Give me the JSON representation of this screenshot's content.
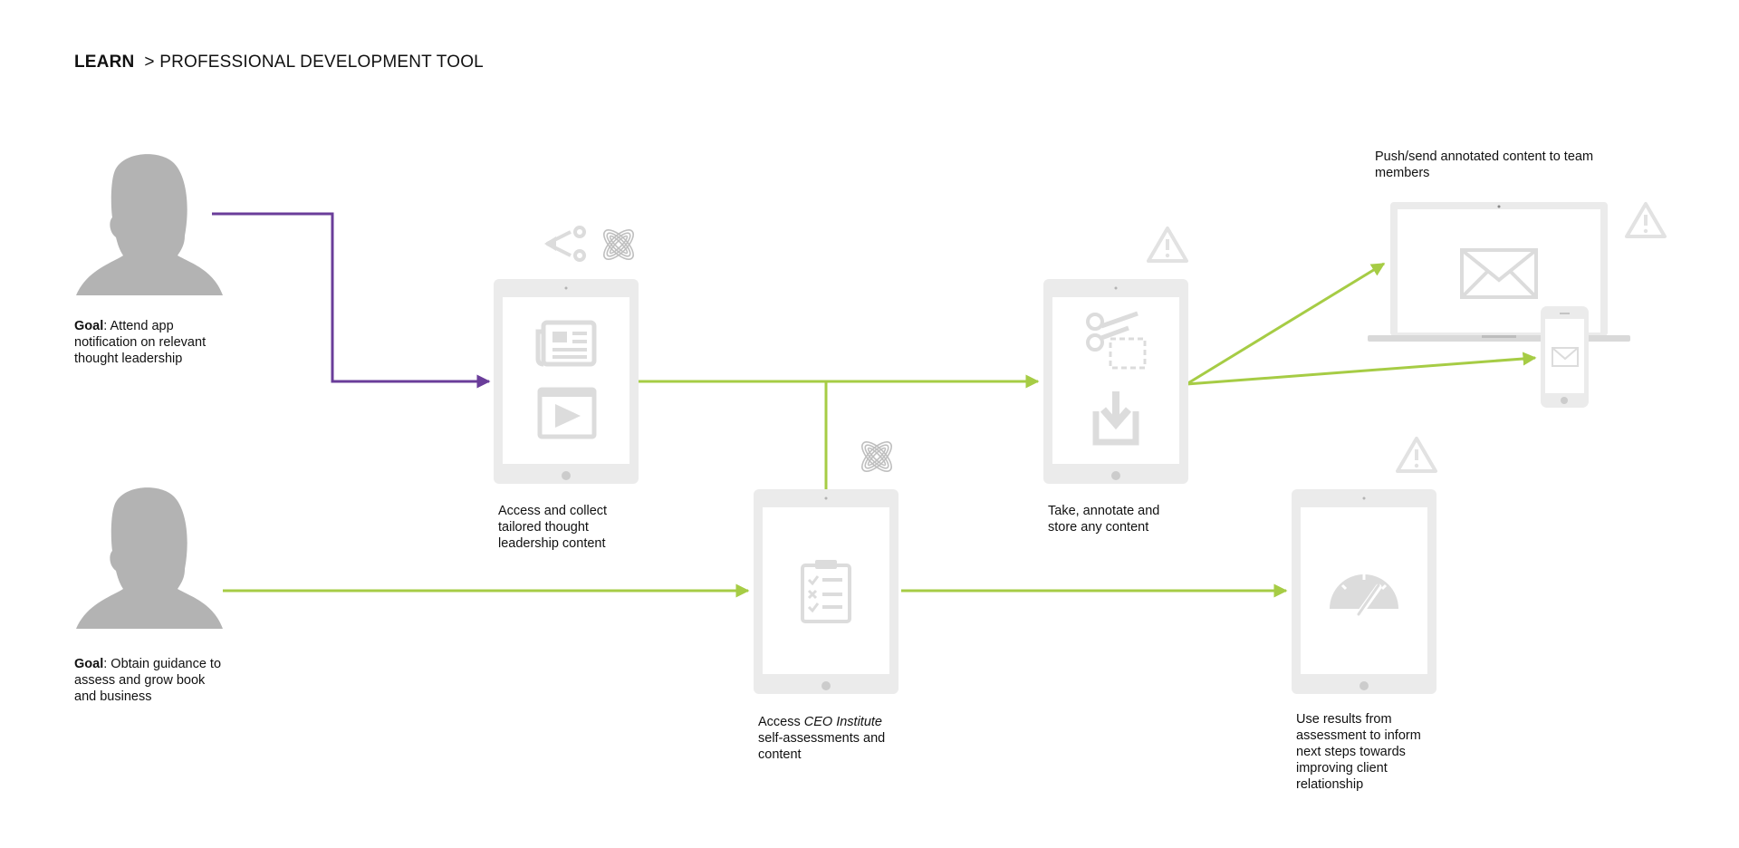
{
  "header": {
    "section": "LEARN",
    "path": "> PROFESSIONAL DEVELOPMENT TOOL"
  },
  "personas": [
    {
      "goal_label": "Goal",
      "goal_text": ": Attend app notification on relevant thought leadership"
    },
    {
      "goal_label": "Goal",
      "goal_text": ": Obtain guidance to assess and grow book and business"
    }
  ],
  "steps": {
    "collect": "Access and collect tailored thought leadership content",
    "ceo_prefix": "Access ",
    "ceo_em": "CEO Institute",
    "ceo_suffix": " self-assessments and content",
    "annotate": "Take, annotate and store any content",
    "results": "Use results from assessment to inform next steps towards improving client relationship",
    "push": "Push/send annotated content to team members"
  },
  "colors": {
    "flow_green": "#a6cc45",
    "flow_purple": "#6a3d9a",
    "device_gray": "#ebebeb",
    "icon_gray": "#dcdcdc",
    "avatar_gray": "#b3b3b3"
  },
  "icons": {
    "tablet_news": [
      "newspaper-icon",
      "video-play-icon"
    ],
    "tablet_ceo": [
      "clipboard-checklist-icon"
    ],
    "tablet_annotate": [
      "scissors-icon",
      "download-icon"
    ],
    "tablet_results": [
      "speedometer-icon"
    ],
    "laptop": [
      "mail-icon"
    ],
    "phone": [
      "mail-icon"
    ],
    "badges": [
      "share-icon",
      "knot-logo-icon",
      "warning-icon"
    ]
  }
}
